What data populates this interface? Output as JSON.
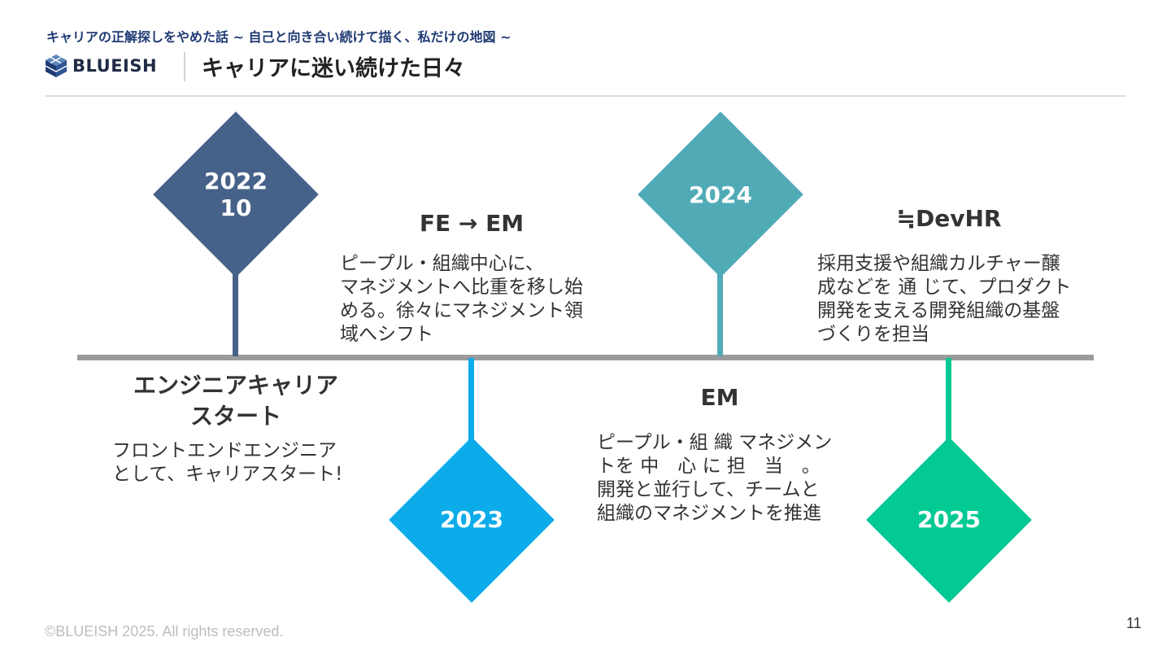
{
  "header": {
    "subtitle": "キャリアの正解探しをやめた話 ~ 自己と向き合い続けて描く、私だけの地図 ~",
    "brand": "BLUEISH",
    "title": "キャリアに迷い続けた日々"
  },
  "milestones": [
    {
      "date": "2022\n10",
      "color": "#476289",
      "heading": "エンジニアキャリア\nスタート",
      "text": "フロントエンドエンジニア\nとして、キャリアスタート!"
    },
    {
      "date": "2023",
      "color": "#0cacea",
      "heading": "FE → EM",
      "text": "ピープル・組織中心に、\nマネジメントへ比重を移し始\nめる。徐々にマネジメント領\n域へシフト"
    },
    {
      "date": "2024",
      "color": "#51abb7",
      "heading": "EM",
      "text": "ピープル・組 織 マネジメン\nトを 中　心 に 担　当　。\n開発と並行して、チームと\n組織のマネジメントを推進"
    },
    {
      "date": "2025",
      "color": "#03c993",
      "heading": "≒DevHR",
      "text": "採用支援や組織カルチャー醸\n成などを 通 じて、プロダクト\n開発を支える開発組織の基盤\nづくりを担当"
    }
  ],
  "footer": {
    "copyright": "©BLUEISH 2025. All rights reserved.",
    "page_number": "11"
  }
}
